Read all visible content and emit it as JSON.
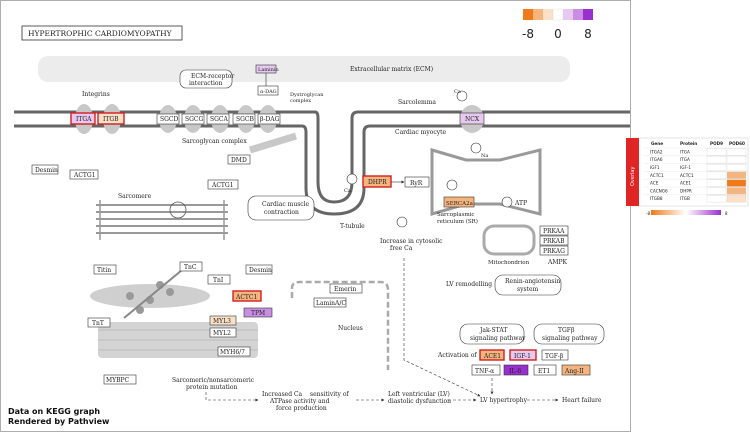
{
  "title": "HYPERTROPHIC CARDIOMYOPATHY",
  "footer": [
    "Data on KEGG graph",
    "Rendered by Pathview"
  ],
  "scale": {
    "ticks": [
      "-8",
      "0",
      "8"
    ]
  },
  "colors": {
    "neg_strong": "#f07a1a",
    "neg_mid": "#f6b47f",
    "neg_light": "#fbe0c8",
    "pos_light": "#e7c8f0",
    "pos_mid": "#c98de3",
    "pos_strong": "#9a2fd0",
    "highlight": "#d21f1f",
    "membrane": "#bdbdbd",
    "ecm": "#ececec"
  },
  "labels": {
    "ecm": "Extracellular matrix (ECM)",
    "ecm_receptor": [
      "ECM-receptor",
      "interaction"
    ],
    "laminin": "Laminin",
    "a_dag": "α-DAG",
    "dystroglycan": [
      "Dystroglycan",
      "complex"
    ],
    "integrins": "Integrins",
    "sarcoglycan": "Sarcoglycan complex",
    "sarcolemma": "Sarcolemma",
    "cardiac_myocyte": "Cardiac myocyte",
    "ca2": "Ca",
    "na": "Na",
    "desmin": "Desmin",
    "actg1": "ACTG1",
    "dmd": "DMD",
    "sarcomere": "Sarcomere",
    "cardiac_contraction": [
      "Cardiac muscle",
      "contraction"
    ],
    "t_tubule": "T-tubule",
    "sr": [
      "Sarcoplasmic",
      "reticulum (SR)"
    ],
    "atp": "ATP",
    "mitochondrion": "Mitochondrion",
    "ampk": "AMPK",
    "increase_ca": [
      "Increase in cytosolic",
      "free Ca"
    ],
    "emerin": "Emerin",
    "laminac": "LaminA/C",
    "nucleus": "Nucleus",
    "lv_remodelling": "LV remodelling",
    "renin": [
      "Renin-angiotensin",
      "system"
    ],
    "jak": [
      "Jak-STAT",
      "signaling pathway"
    ],
    "tgfb_path": [
      "TGFβ",
      "signaling pathway"
    ],
    "activation_of": "Activation of",
    "sarcomeric": [
      "Sarcomeric/nonsarcomeric",
      "protein mutation"
    ],
    "increased_ca": [
      "Increased Ca",
      "sensitivity of",
      "ATPase activity and",
      "force production"
    ],
    "lv_diastolic": [
      "Left ventricular (LV)",
      "diastolic dysfunction"
    ],
    "lv_hypertrophy": "LV hypertrophy",
    "heart_failure": "Heart failure"
  },
  "genes": {
    "itga": "ITGA",
    "itgb": "ITGB",
    "sgcd": "SGCD",
    "sgcg": "SGCG",
    "sgca": "SGCA",
    "sgcb": "SGCB",
    "b_dag": "β-DAG",
    "ncx": "NCX",
    "dhpr": "DHPR",
    "ryr": "RyR",
    "serca2a": "SERCA2a",
    "prkaa": "PRKAA",
    "prkab": "PRKAB",
    "prkag": "PRKAG",
    "titin": "Titin",
    "tnc": "TnC",
    "tni": "TnI",
    "actc1": "ACTC1",
    "tpm": "TPM",
    "myl3": "MYL3",
    "myl2": "MYL2",
    "tnt": "TnT",
    "myh6_7": "MYH6/7",
    "mybpc": "MYBPC",
    "ace1": "ACE1",
    "igf1": "IGF-1",
    "tgfb": "TGF-β",
    "tnfa": "TNF-α",
    "il6": "IL-6",
    "et1": "ET1",
    "angii": "Ang-II"
  },
  "inset": {
    "side_label": "Overlay",
    "headers": [
      "Gene",
      "Protein",
      "POD9",
      "POD60"
    ],
    "rows": [
      {
        "gene": "ITGA2",
        "protein": "ITGA",
        "pod9": "#ffffff",
        "pod60": "#ffffff"
      },
      {
        "gene": "ITGA6",
        "protein": "ITGA",
        "pod9": "#ffffff",
        "pod60": "#ffffff"
      },
      {
        "gene": "IGF1",
        "protein": "IGF-1",
        "pod9": "#ffffff",
        "pod60": "#ffffff"
      },
      {
        "gene": "ACTC1",
        "protein": "ACTC1",
        "pod9": "#ffffff",
        "pod60": "#f6b47f"
      },
      {
        "gene": "ACE",
        "protein": "ACE1",
        "pod9": "#ffffff",
        "pod60": "#f07a1a"
      },
      {
        "gene": "CACNG6",
        "protein": "DHPR",
        "pod9": "#ffffff",
        "pod60": "#f6b47f"
      },
      {
        "gene": "ITGB8",
        "protein": "ITGB",
        "pod9": "#ffffff",
        "pod60": "#fbe0c8"
      }
    ],
    "scale_ticks": [
      "-8",
      "8"
    ]
  }
}
